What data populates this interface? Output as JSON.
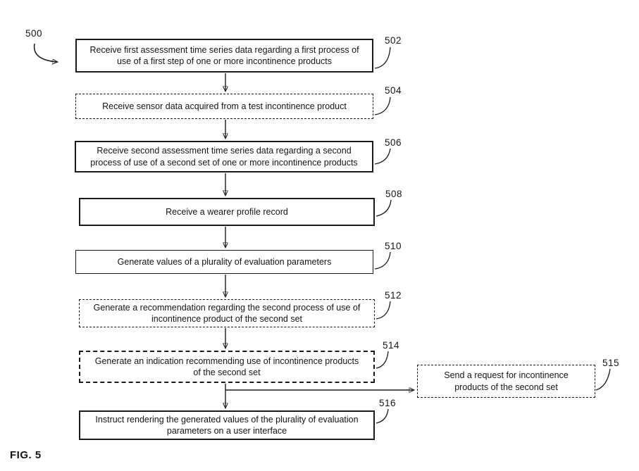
{
  "figure": {
    "fig_label": "FIG. 5",
    "diagram_ref": "500"
  },
  "boxes": {
    "b502": {
      "ref": "502",
      "border": "solid",
      "text": "Receive first assessment time series data regarding a first process of use of a first step of one or more incontinence products"
    },
    "b504": {
      "ref": "504",
      "border": "dashed",
      "text": "Receive sensor data acquired from a test incontinence product"
    },
    "b506": {
      "ref": "506",
      "border": "solid",
      "text": "Receive second assessment time series data regarding a second process of use of a second set of one or more incontinence products"
    },
    "b508": {
      "ref": "508",
      "border": "solid",
      "text": "Receive a wearer profile record"
    },
    "b510": {
      "ref": "510",
      "border": "solid",
      "text": "Generate values of a plurality of evaluation parameters"
    },
    "b512": {
      "ref": "512",
      "border": "dashed",
      "text": "Generate a recommendation regarding the second process of use of incontinence product of the second set"
    },
    "b514": {
      "ref": "514",
      "border": "dashed",
      "text": "Generate an indication recommending use of incontinence products of the second set"
    },
    "b515": {
      "ref": "515",
      "border": "dashed",
      "text": "Send a request for incontinence products of the second set"
    },
    "b516": {
      "ref": "516",
      "border": "solid",
      "text": "Instruct rendering the generated values of the plurality of evaluation parameters on a user interface"
    }
  },
  "edges": [
    {
      "from": "502",
      "to": "504"
    },
    {
      "from": "504",
      "to": "506"
    },
    {
      "from": "506",
      "to": "508"
    },
    {
      "from": "508",
      "to": "510"
    },
    {
      "from": "510",
      "to": "512"
    },
    {
      "from": "512",
      "to": "514"
    },
    {
      "from": "514",
      "to": "516"
    },
    {
      "from": "514",
      "to": "515"
    }
  ]
}
